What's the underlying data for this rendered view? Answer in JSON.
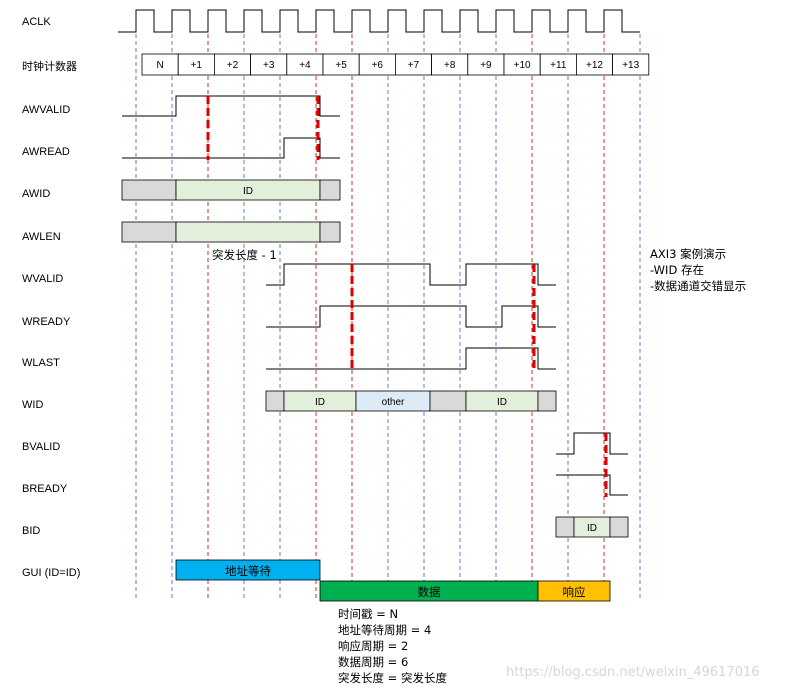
{
  "signals": {
    "aclk": "ACLK",
    "counter": "时钟计数器",
    "awvalid": "AWVALID",
    "awready": "AWREAD",
    "awid": "AWID",
    "awlen": "AWLEN",
    "wvalid": "WVALID",
    "wready": "WREADY",
    "wlast": "WLAST",
    "wid": "WID",
    "bvalid": "BVALID",
    "bready": "BREADY",
    "bid": "BID",
    "gui": "GUI (ID=ID)"
  },
  "counter_cells": [
    "N",
    "+1",
    "+2",
    "+3",
    "+4",
    "+5",
    "+6",
    "+7",
    "+8",
    "+9",
    "+10",
    "+11",
    "+12",
    "+13"
  ],
  "bus_text": {
    "awid_id": "ID",
    "awlen_note": "突发长度 - 1",
    "wid_id1": "ID",
    "wid_other": "other",
    "wid_id2": "ID",
    "bid_id": "ID",
    "gui_addr": "地址等待",
    "gui_data": "数据",
    "gui_resp": "响应"
  },
  "side_note": [
    "AXI3 案例演示",
    "-WID 存在",
    "-数据通道交错显示"
  ],
  "bottom_note": [
    "时间戳 = N",
    "地址等待周期 = 4",
    "响应周期 = 2",
    "数据周期 = 6",
    "突发长度 = 突发长度"
  ],
  "watermark": "https://blog.csdn.net/weixin_49617016",
  "colors": {
    "bus_grey": "#d9d9d9",
    "bus_green": "#e2efda",
    "bus_blue": "#ddebf7",
    "gui_addr": "#00b0f0",
    "gui_data": "#00b050",
    "gui_resp": "#ffc000",
    "marker_red": "#e00000",
    "grid_blue": "#5b7fd0"
  }
}
